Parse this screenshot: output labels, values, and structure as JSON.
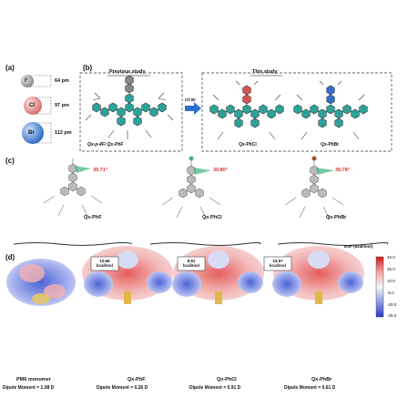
{
  "panels": {
    "a": "(a)",
    "b": "(b)",
    "c": "(c)",
    "d": "(d)"
  },
  "atoms": [
    {
      "symbol": "F",
      "distance": "64 pm",
      "color": "#9aa0a6"
    },
    {
      "symbol": "Cl",
      "distance": "97 pm",
      "color": "#e07a7a"
    },
    {
      "symbol": "Br",
      "distance": "112 pm",
      "color": "#2f7ad9"
    }
  ],
  "panel_b": {
    "previous_study": "Previous study",
    "this_study": "This study",
    "previous_label": "Qx-p-4F/ Qx-PhF",
    "arrow_label": "Cl/ Br",
    "labels": [
      "Qx-PhCl",
      "Qx-PhBr"
    ],
    "colors": {
      "core": "#2ba39a",
      "cl": "#d9534f",
      "br": "#2f6fd1"
    }
  },
  "panel_c": {
    "angles": [
      "39.71°",
      "39.80°",
      "39.78°"
    ],
    "labels": [
      "Qx-PhF",
      "Qx-PhCl",
      "Qx-PhBr"
    ]
  },
  "panel_d": {
    "esp_title": "ESP (kcal/mol)",
    "scale_ticks": [
      "40.0",
      "25.0",
      "10.0",
      "-5.0",
      "-20.0",
      "-35.0"
    ],
    "energies": [
      "10.66\nkcal/mol",
      "8.91\nkcal/mol",
      "15.57\nkcal/mol"
    ],
    "molecules": [
      "PM6 monomer",
      "Qx-PhF",
      "Qx-PhCl",
      "Qx-PhBr"
    ],
    "dipoles": [
      "Dipole Moment = 1.08 D",
      "Dipole Moment = 0.26 D",
      "Dipole Moment = 0.91 D",
      "Dipole Moment = 0.61 D"
    ]
  }
}
